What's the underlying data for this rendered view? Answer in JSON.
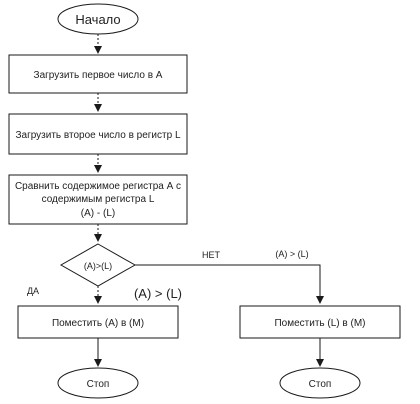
{
  "flowchart": {
    "start": "Начало",
    "step1": "Загрузить первое число в А",
    "step2": "Загрузить второе число в регистр L",
    "step3": {
      "line1": "Сравнить содержимое регистра А с",
      "line2": "содержимым регистра L",
      "line3": "(A) - (L)"
    },
    "decision": "(A)>(L)",
    "label_no": "НЕТ",
    "label_no_condition": "(A) > (L)",
    "label_yes": "ДА",
    "label_yes_condition": "(A) > (L)",
    "action_left": "Поместить (A) в (M)",
    "action_right": "Поместить (L) в (M)",
    "stop_left": "Стоп",
    "stop_right": "Стоп"
  },
  "colors": {
    "stroke": "#1a1a1a",
    "fill": "#ffffff",
    "text": "#222222"
  }
}
